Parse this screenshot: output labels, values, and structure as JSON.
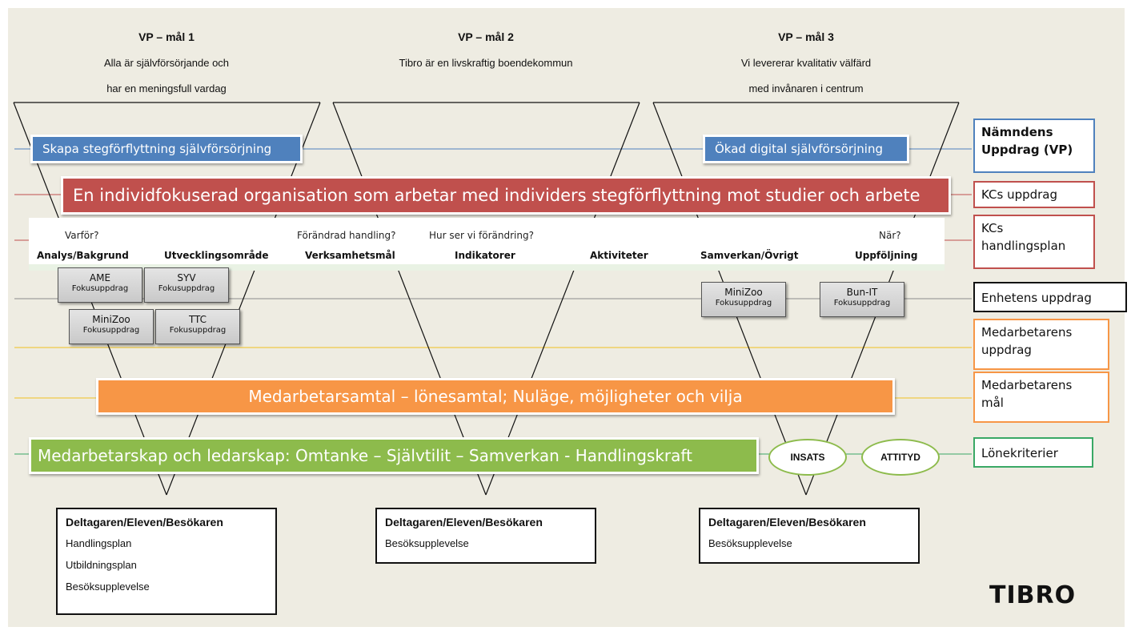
{
  "goals": [
    {
      "title": "VP – mål 1",
      "lines": [
        "Alla är självförsörjande och",
        "har en meningsfull vardag"
      ]
    },
    {
      "title": "VP – mål 2",
      "lines": [
        "Tibro är en livskraftig boendekommun"
      ]
    },
    {
      "title": "VP – mål 3",
      "lines": [
        "Vi levererar kvalitativ välfärd",
        "med invånaren i centrum"
      ]
    }
  ],
  "blue_banners": [
    "Skapa stegförflyttning självförsörjning",
    "Ökad digital självförsörjning"
  ],
  "red_banner": "En individfokuserad organisation som arbetar med individers stegförflyttning mot studier och arbete",
  "orange_banner": "Medarbetarsamtal – lönesamtal; Nuläge, möjligheter och vilja",
  "green_banner": "Medarbetarskap och ledarskap: Omtanke – Självtilit – Samverkan - Handlingskraft",
  "ovals": [
    "INSATS",
    "ATTITYD"
  ],
  "plan_columns": {
    "questions": [
      "Varför?",
      "Förändrad handling?",
      "Hur ser vi förändring?",
      "När?"
    ],
    "headers": [
      "Analys/Bakgrund",
      "Utvecklingsområde",
      "Verksamhetsmål",
      "Indikatorer",
      "Aktiviteter",
      "Samverkan/Övrigt",
      "Uppföljning"
    ]
  },
  "focus_boxes": [
    {
      "name": "AME",
      "sub": "Fokusuppdrag"
    },
    {
      "name": "SYV",
      "sub": "Fokusuppdrag"
    },
    {
      "name": "MiniZoo",
      "sub": "Fokusuppdrag"
    },
    {
      "name": "TTC",
      "sub": "Fokusuppdrag"
    },
    {
      "name": "MiniZoo",
      "sub": "Fokusuppdrag"
    },
    {
      "name": "Bun-IT",
      "sub": "Fokusuppdrag"
    }
  ],
  "right_labels": {
    "namndens": [
      "Nämndens",
      "Uppdrag (VP)"
    ],
    "kcs_uppdrag": "KCs uppdrag",
    "kcs_handlingsplan": [
      "KCs",
      "handlingsplan"
    ],
    "enhetens": "Enhetens uppdrag",
    "medarbetarens_uppdrag": [
      "Medarbetarens",
      "uppdrag"
    ],
    "medarbetarens_mal": [
      "Medarbetarens",
      "mål"
    ],
    "lonekriterier": "Lönekriterier"
  },
  "targets": [
    {
      "title": "Deltagaren/Eleven/Besökaren",
      "rows": [
        "Handlingsplan",
        "Utbildningsplan",
        "Besöksupplevelse"
      ]
    },
    {
      "title": "Deltagaren/Eleven/Besökaren",
      "rows": [
        "Besöksupplevelse"
      ]
    },
    {
      "title": "Deltagaren/Eleven/Besökaren",
      "rows": [
        "Besöksupplevelse"
      ]
    }
  ],
  "logo": "TIBRO",
  "colors": {
    "background": "#eeece2",
    "blue": "#4f81bd",
    "red": "#c0504d",
    "orange": "#f79646",
    "green": "#8dbb4c",
    "gray_line": "#8c8c8c",
    "yellow_line": "#f0c020"
  }
}
